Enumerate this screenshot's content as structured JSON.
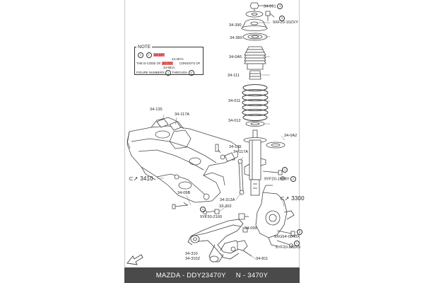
{
  "note": {
    "title": "NOTE",
    "circled_first": "1",
    "circled_second": "4",
    "highlight_top": "34-10Y",
    "highlight_mid": "34-70Y",
    "line1_after": "34-40YA",
    "line2_prefix": "THE D-CODE OF",
    "line2_suffix": "CONSISTS OF",
    "line3_sub": "34-901A",
    "line4_prefix": "FIGURE NUMBERS",
    "line4_mid": "THROUGH"
  },
  "callouts": {
    "c_34091": "34-091",
    "c_34091_circ": "4",
    "c_9yf": "9XF20-10ZXY",
    "c_9yf_circ": "3",
    "c_34390": "34-390",
    "c_3438x": "34-38X",
    "c_340a5": "34-0A5",
    "c_34111": "34-111",
    "c_34011": "34-011",
    "c_34012": "34-012",
    "c_340a2": "34-0A2",
    "c_34135a": "34-135",
    "c_34117a": "34-117A",
    "c_34135b": "34-135",
    "c_34117b": "34-117A",
    "c_3410": "3410",
    "c_9yf2": "9YF20-10B8Y",
    "c_9yf2_circ1": "1",
    "c_9yf2_circ2": "2",
    "c_3300": "3300",
    "c_34098": "34-09B",
    "c_34313a": "34-313A",
    "c_33302": "33-302",
    "c_9yf3": "9YF30-2160",
    "c_34099": "34-099",
    "c_9xg": "9XG54-0040X",
    "c_9yf4": "9YF20-203X9",
    "c_34310": "34-310",
    "c_34310z": "34-310Z",
    "c_34811": "34-811",
    "c_circ_1b": "1",
    "c_circ_1c": "1",
    "c_circ_1d": "1"
  },
  "footer": {
    "brand_code": "MAZDA - DDY23470Y",
    "n_code": "N - 3470Y"
  }
}
